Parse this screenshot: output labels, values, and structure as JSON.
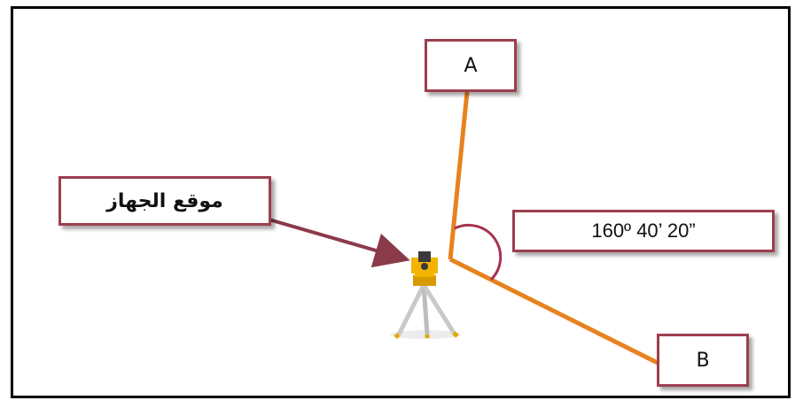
{
  "labels": {
    "point_a": "A",
    "point_b": "B",
    "angle_value": "160º 40’ 20”",
    "station_label": "موقع الجهاز"
  },
  "colors": {
    "lines": "#e8821e",
    "box_border": "#9c3f4f",
    "arrow": "#8b3a4a",
    "angle_arc": "#a8324f",
    "instrument": "#f2b400"
  },
  "icons": {
    "instrument": "total-station-tripod-icon"
  }
}
